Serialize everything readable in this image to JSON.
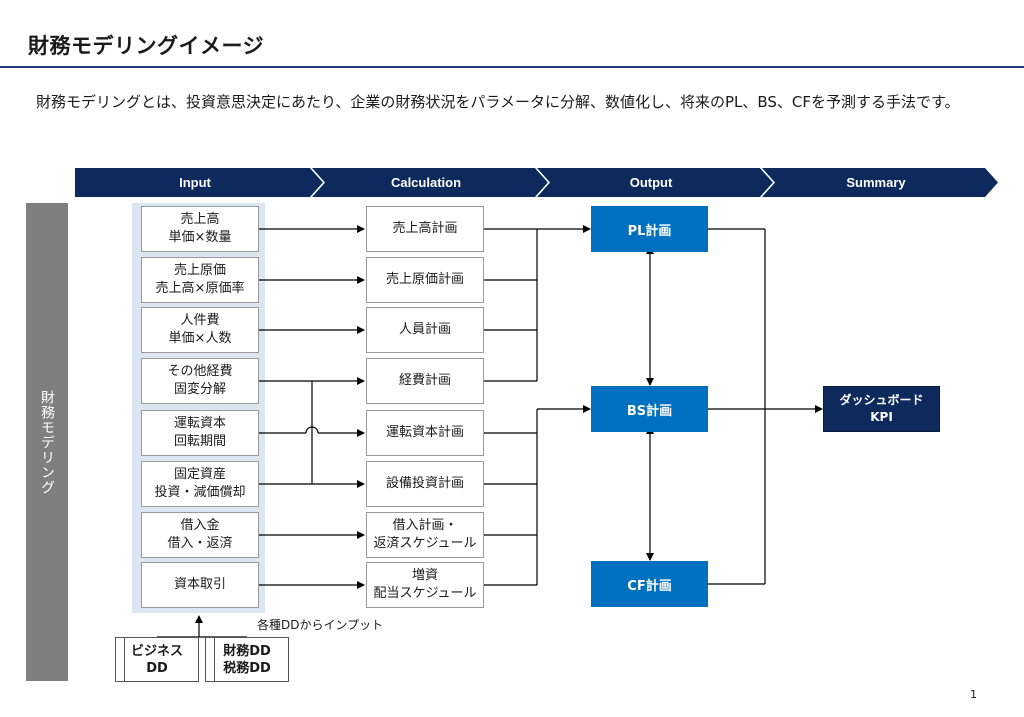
{
  "title": "財務モデリングイメージ",
  "description": "財務モデリングとは、投資意思決定にあたり、企業の財務状況をパラメータに分解、数値化し、将来のPL、BS、CFを予測する手法です。",
  "phases": [
    "Input",
    "Calculation",
    "Output",
    "Summary"
  ],
  "sidebar_label": "財務モデリング",
  "inputs": [
    {
      "line1": "売上高",
      "line2": "単価×数量"
    },
    {
      "line1": "売上原価",
      "line2": "売上高×原価率"
    },
    {
      "line1": "人件費",
      "line2": "単価×人数"
    },
    {
      "line1": "その他経費",
      "line2": "固変分解"
    },
    {
      "line1": "運転資本",
      "line2": "回転期間"
    },
    {
      "line1": "固定資産",
      "line2": "投資・減価償却"
    },
    {
      "line1": "借入金",
      "line2": "借入・返済"
    },
    {
      "line1": "資本取引",
      "line2": ""
    }
  ],
  "calculations": [
    {
      "line1": "売上高計画",
      "line2": ""
    },
    {
      "line1": "売上原価計画",
      "line2": ""
    },
    {
      "line1": "人員計画",
      "line2": ""
    },
    {
      "line1": "経費計画",
      "line2": ""
    },
    {
      "line1": "運転資本計画",
      "line2": ""
    },
    {
      "line1": "設備投資計画",
      "line2": ""
    },
    {
      "line1": "借入計画・",
      "line2": "返済スケジュール"
    },
    {
      "line1": "増資",
      "line2": "配当スケジュール"
    }
  ],
  "outputs": [
    "PL計画",
    "BS計画",
    "CF計画"
  ],
  "summary": {
    "line1": "ダッシュボード",
    "line2": "KPI"
  },
  "dd_note": "各種DDからインプット",
  "dd_boxes": [
    {
      "line1": "ビジネス",
      "line2": "DD"
    },
    {
      "line1": "財務DD",
      "line2": "税務DD"
    }
  ],
  "page_number": "1",
  "colors": {
    "phase_bar": "#0e2a5c",
    "output_box": "#0070c0",
    "summary_box": "#0e2a5c",
    "input_panel": "#dce6f2",
    "sidebar": "#7f7f7f"
  }
}
